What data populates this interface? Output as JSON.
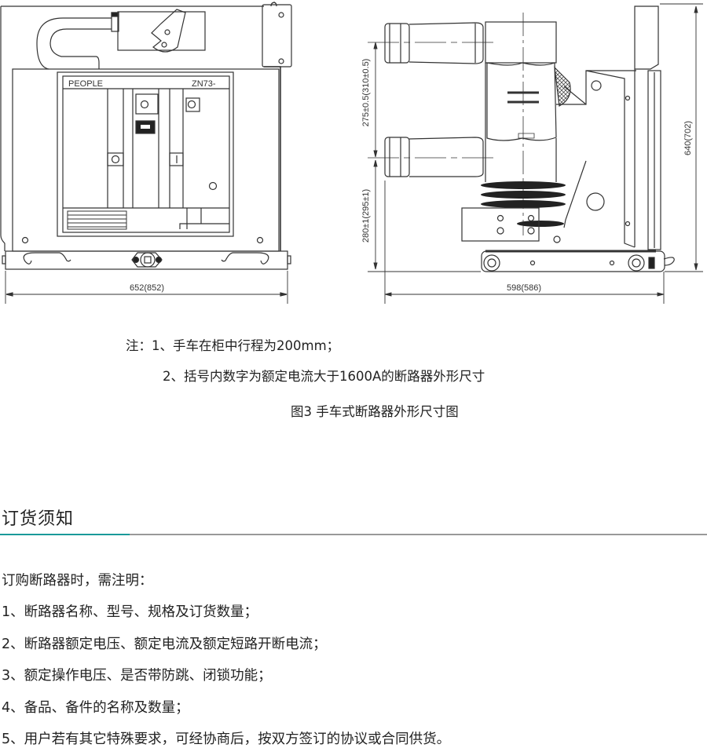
{
  "drawing_front": {
    "brand": "PEOPLE",
    "model": "ZN73-",
    "width_dim": "652(852)"
  },
  "drawing_side": {
    "pole_spacing_dim": "275±0.5(310±0.5)",
    "lower_height_dim": "280±1(295±1)",
    "total_height_dim": "640(702)",
    "depth_dim": "598(586)"
  },
  "notes": {
    "note1": "注：1、手车在柜中行程为200mm；",
    "note2": "2、括号内数字为额定电流大于1600A的断路器外形尺寸",
    "caption": "图3  手车式断路器外形尺寸图"
  },
  "ordering": {
    "heading": "订货须知",
    "accent_color": "#1a9a9a",
    "intro": "订购断路器时，需注明：",
    "items": [
      "1、断路器名称、型号、规格及订货数量；",
      "2、断路器额定电压、额定电流及额定短路开断电流；",
      "3、额定操作电压、是否带防跳、闭锁功能；",
      "4、备品、备件的名称及数量；",
      "5、用户若有其它特殊要求，可经协商后，按双方签订的协议或合同供货。"
    ]
  }
}
